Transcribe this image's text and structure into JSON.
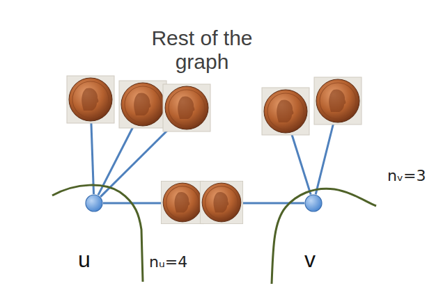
{
  "diagram": {
    "nodes": [
      {
        "text": [
          "Rest of the graph"
        ]
      },
      {
        "text": [
          "u"
        ]
      },
      {
        "text": [
          "v"
        ]
      }
    ],
    "edges": [
      {
        "from": 1,
        "to": 0,
        "arrow": "none"
      },
      {
        "from": 1,
        "to": 0,
        "arrow": "none"
      },
      {
        "from": 1,
        "to": 0,
        "arrow": "none"
      },
      {
        "from": 2,
        "to": 0,
        "arrow": "none"
      },
      {
        "from": 2,
        "to": 0,
        "arrow": "none"
      },
      {
        "from": 1,
        "to": 2,
        "arrow": "none"
      }
    ],
    "labels": [
      "nᵤ=4",
      "nᵥ=3"
    ]
  }
}
